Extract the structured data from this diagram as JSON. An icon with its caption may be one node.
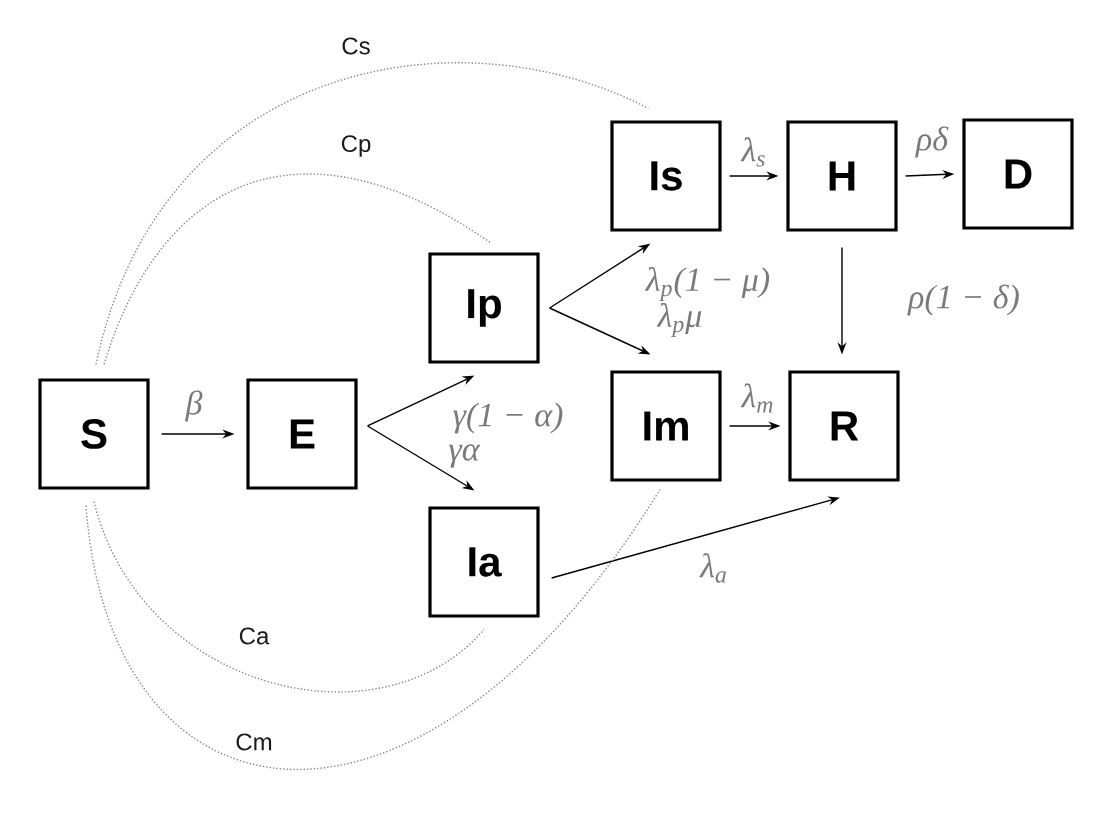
{
  "diagram": {
    "nodes": [
      {
        "text": [
          "S"
        ]
      },
      {
        "text": [
          "E"
        ]
      },
      {
        "text": [
          "Ip"
        ]
      },
      {
        "text": [
          "Ia"
        ]
      },
      {
        "text": [
          "Is"
        ]
      },
      {
        "text": [
          "H"
        ]
      },
      {
        "text": [
          "D"
        ]
      },
      {
        "text": [
          "Im"
        ]
      },
      {
        "text": [
          "R"
        ]
      }
    ],
    "edges": [
      {
        "from": 0,
        "to": 1,
        "arrow": "to",
        "label": "β"
      },
      {
        "from": 1,
        "to": 2,
        "arrow": "to",
        "label": "γ(1 − α)"
      },
      {
        "from": 1,
        "to": 3,
        "arrow": "to",
        "label": "γα"
      },
      {
        "from": 2,
        "to": 4,
        "arrow": "to",
        "label": "λ$_{p}$(1 − μ)"
      },
      {
        "from": 2,
        "to": 7,
        "arrow": "to",
        "label": "λ$_{p}$μ"
      },
      {
        "from": 4,
        "to": 5,
        "arrow": "to",
        "label": "λ$_{s}$"
      },
      {
        "from": 5,
        "to": 6,
        "arrow": "to",
        "label": "ρδ"
      },
      {
        "from": 5,
        "to": 8,
        "arrow": "to",
        "label": "ρ(1 − δ)"
      },
      {
        "from": 7,
        "to": 8,
        "arrow": "to",
        "label": "λ$_{m}$"
      },
      {
        "from": 3,
        "to": 8,
        "arrow": "to",
        "label": "λ$_{a}$"
      },
      {
        "from": 0,
        "to": 4,
        "arrow": "none",
        "label": "Cs",
        "style": "dashed",
        "color": "#888888"
      },
      {
        "from": 0,
        "to": 2,
        "arrow": "none",
        "label": "Cp",
        "style": "dashed",
        "color": "#888888"
      },
      {
        "from": 0,
        "to": 3,
        "arrow": "none",
        "label": "Ca",
        "style": "dashed",
        "color": "#888888"
      },
      {
        "from": 0,
        "to": 7,
        "arrow": "none",
        "label": "Cm",
        "style": "dashed",
        "color": "#888888"
      }
    ]
  }
}
